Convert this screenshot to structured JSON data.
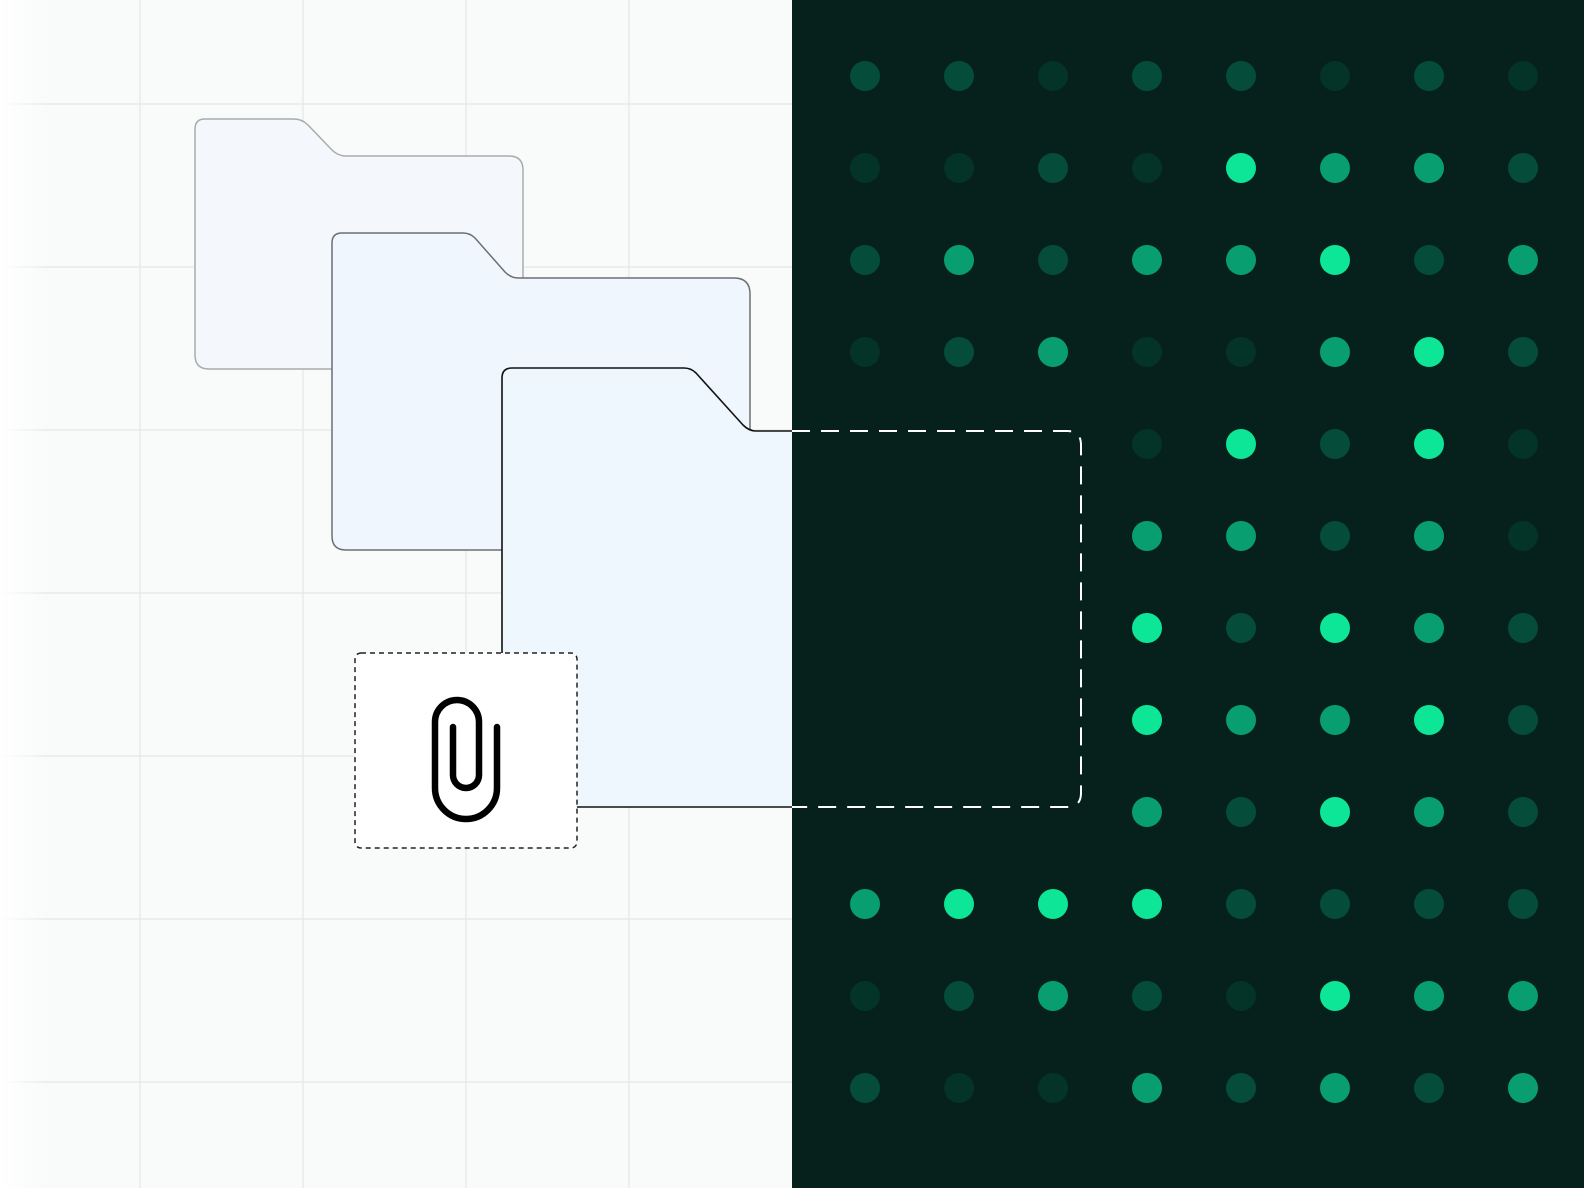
{
  "illustration": {
    "theme": {
      "light_background": "#f9fafa",
      "grid_line": "#e4e6e8",
      "dark_background": "#06201b",
      "folder_fill_back": "#f4f7fb",
      "folder_fill_middle": "#f0f6fd",
      "folder_fill_front": "#eef6fe",
      "folder_stroke_back": "#a9abae",
      "folder_stroke_middle": "#6c6f72",
      "folder_stroke_front": "#111111",
      "dashed_outline": "#ffffff",
      "attachment_card_fill": "#ffffff",
      "attachment_card_border": "#222222",
      "paperclip_color": "#000000"
    },
    "folders": [
      {
        "name": "folder-back"
      },
      {
        "name": "folder-middle"
      },
      {
        "name": "folder-front"
      }
    ],
    "attachment": {
      "icon": "paperclip-icon"
    },
    "dot_matrix": {
      "columns": 8,
      "rows": 12,
      "palette": [
        "#043328",
        "#054c3b",
        "#089e6f",
        "#0de597"
      ],
      "levels": [
        [
          1,
          1,
          0,
          1,
          1,
          0,
          1,
          0
        ],
        [
          0,
          0,
          1,
          0,
          3,
          2,
          2,
          1
        ],
        [
          1,
          2,
          1,
          2,
          2,
          3,
          1,
          2
        ],
        [
          0,
          1,
          2,
          0,
          0,
          2,
          3,
          1
        ],
        [
          -1,
          -1,
          -1,
          0,
          3,
          1,
          3,
          0
        ],
        [
          -1,
          -1,
          -1,
          2,
          2,
          1,
          2,
          0
        ],
        [
          -1,
          -1,
          -1,
          3,
          1,
          3,
          2,
          1
        ],
        [
          -1,
          -1,
          -1,
          3,
          2,
          2,
          3,
          1
        ],
        [
          -1,
          -1,
          -1,
          2,
          1,
          3,
          2,
          1
        ],
        [
          2,
          3,
          3,
          3,
          1,
          1,
          1,
          1
        ],
        [
          0,
          1,
          2,
          1,
          0,
          3,
          2,
          2
        ],
        [
          1,
          0,
          0,
          2,
          1,
          2,
          1,
          2
        ]
      ]
    }
  }
}
